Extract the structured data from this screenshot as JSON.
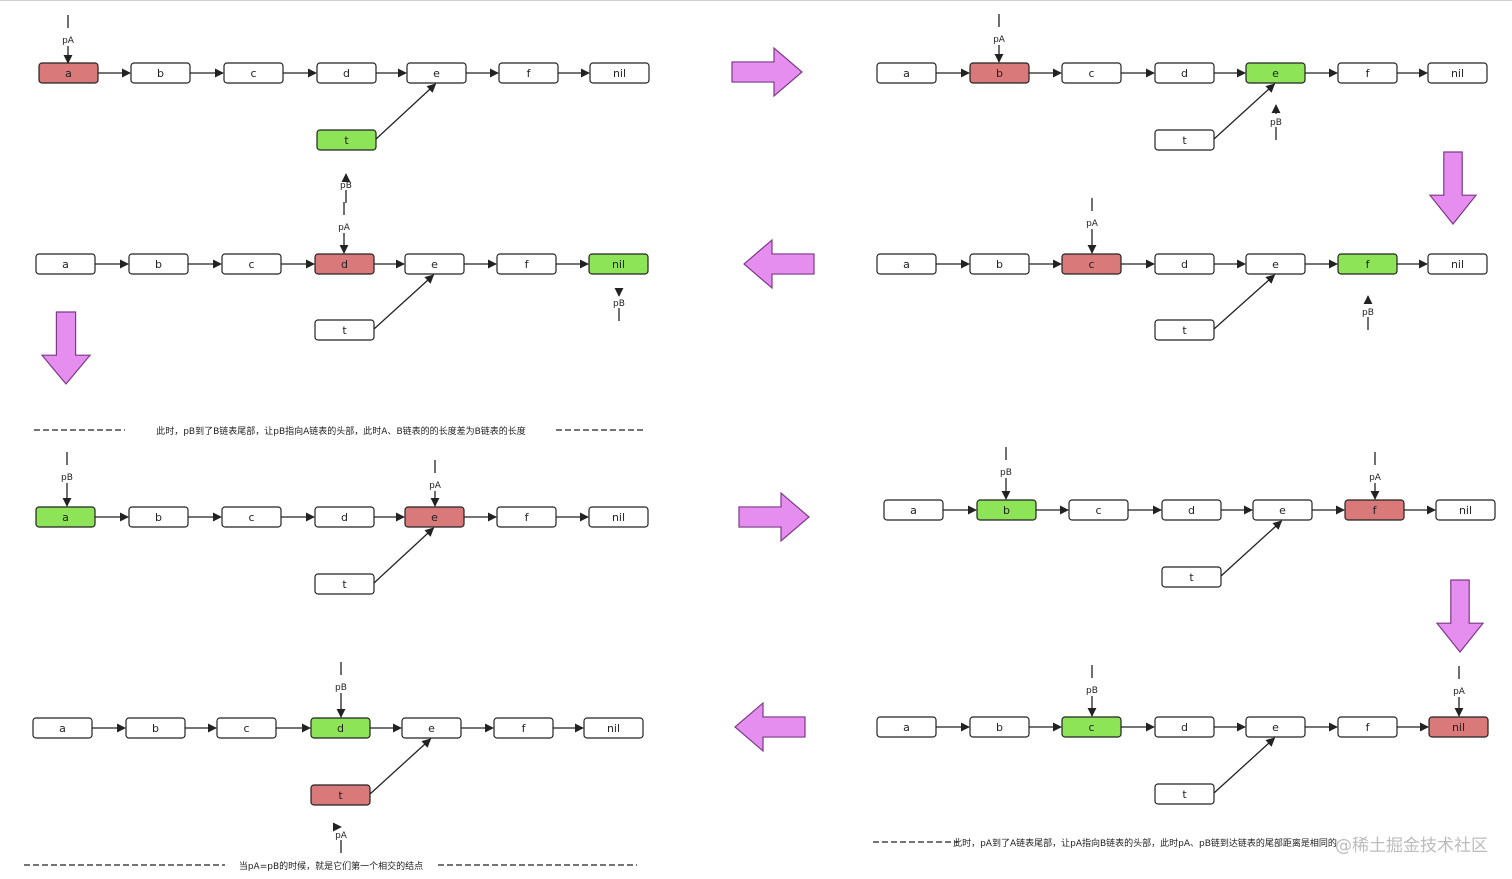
{
  "colors": {
    "pA_node": "#d9797a",
    "pB_node": "#8ee457",
    "node_default": "#ffffff",
    "node_border": "#222222",
    "arrow": "#222222",
    "transition_arrow_fill": "#e58ef0",
    "transition_arrow_stroke": "#7c3a86"
  },
  "node_labels": {
    "a": "a",
    "b": "b",
    "c": "c",
    "d": "d",
    "e": "e",
    "f": "f",
    "nil": "nil",
    "t": "t"
  },
  "pointer_labels": {
    "pA": "pA",
    "pB": "pB"
  },
  "panels": [
    {
      "id": "step-1",
      "pA": "a",
      "pB": "t"
    },
    {
      "id": "step-2",
      "pA": "b",
      "pB": "e"
    },
    {
      "id": "step-3",
      "pA": "c",
      "pB": "f"
    },
    {
      "id": "step-4",
      "pA": "d",
      "pB": "nil"
    },
    {
      "id": "step-5",
      "pA": "e",
      "pB": "a"
    },
    {
      "id": "step-6",
      "pA": "f",
      "pB": "b"
    },
    {
      "id": "step-7",
      "pA": "nil",
      "pB": "c"
    },
    {
      "id": "step-8",
      "pA": "t",
      "pB": "d"
    }
  ],
  "transition_arrows": [
    "right",
    "down",
    "left",
    "down",
    "right",
    "down",
    "left"
  ],
  "notes": {
    "pb_reaches_end": "此时，pB到了B链表尾部，让pB指向A链表的头部，此时A、B链表的的长度差为B链表的长度",
    "pa_reaches_end": "此时，pA到了A链表尾部，让pA指向B链表的头部，此时pA、pB链到达链表的尾部距离是相同的",
    "intersection": "当pA=pB的时候，就是它们第一个相交的结点"
  },
  "watermark": "@稀土掘金技术社区"
}
